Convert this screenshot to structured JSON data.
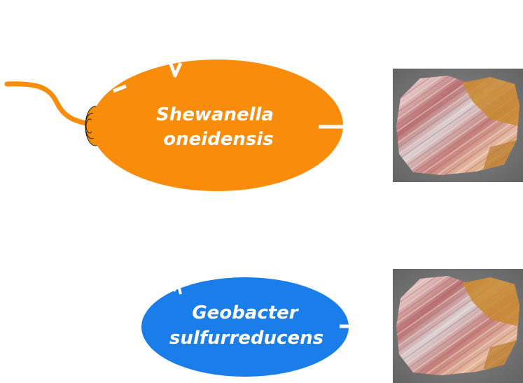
{
  "bacteria": [
    {
      "name_line1": "Shewanella",
      "name_line2": "oneidensis",
      "color": "#f98c0a",
      "has_flagellum": true
    },
    {
      "name_line1": "Geobacter",
      "name_line2": "sulfurreducens",
      "color": "#1a7de9",
      "has_flagellum": false
    }
  ],
  "minerals": [
    {
      "icon": "iron-oxide-mineral-photo"
    },
    {
      "icon": "iron-oxide-mineral-photo"
    }
  ],
  "colors": {
    "background": "#ffffff",
    "text": "#ffffff",
    "shewanella": "#f98c0a",
    "geobacter": "#1a7de9",
    "mineral_base": "#d9a7a2",
    "mineral_rust": "#c98a2d"
  }
}
